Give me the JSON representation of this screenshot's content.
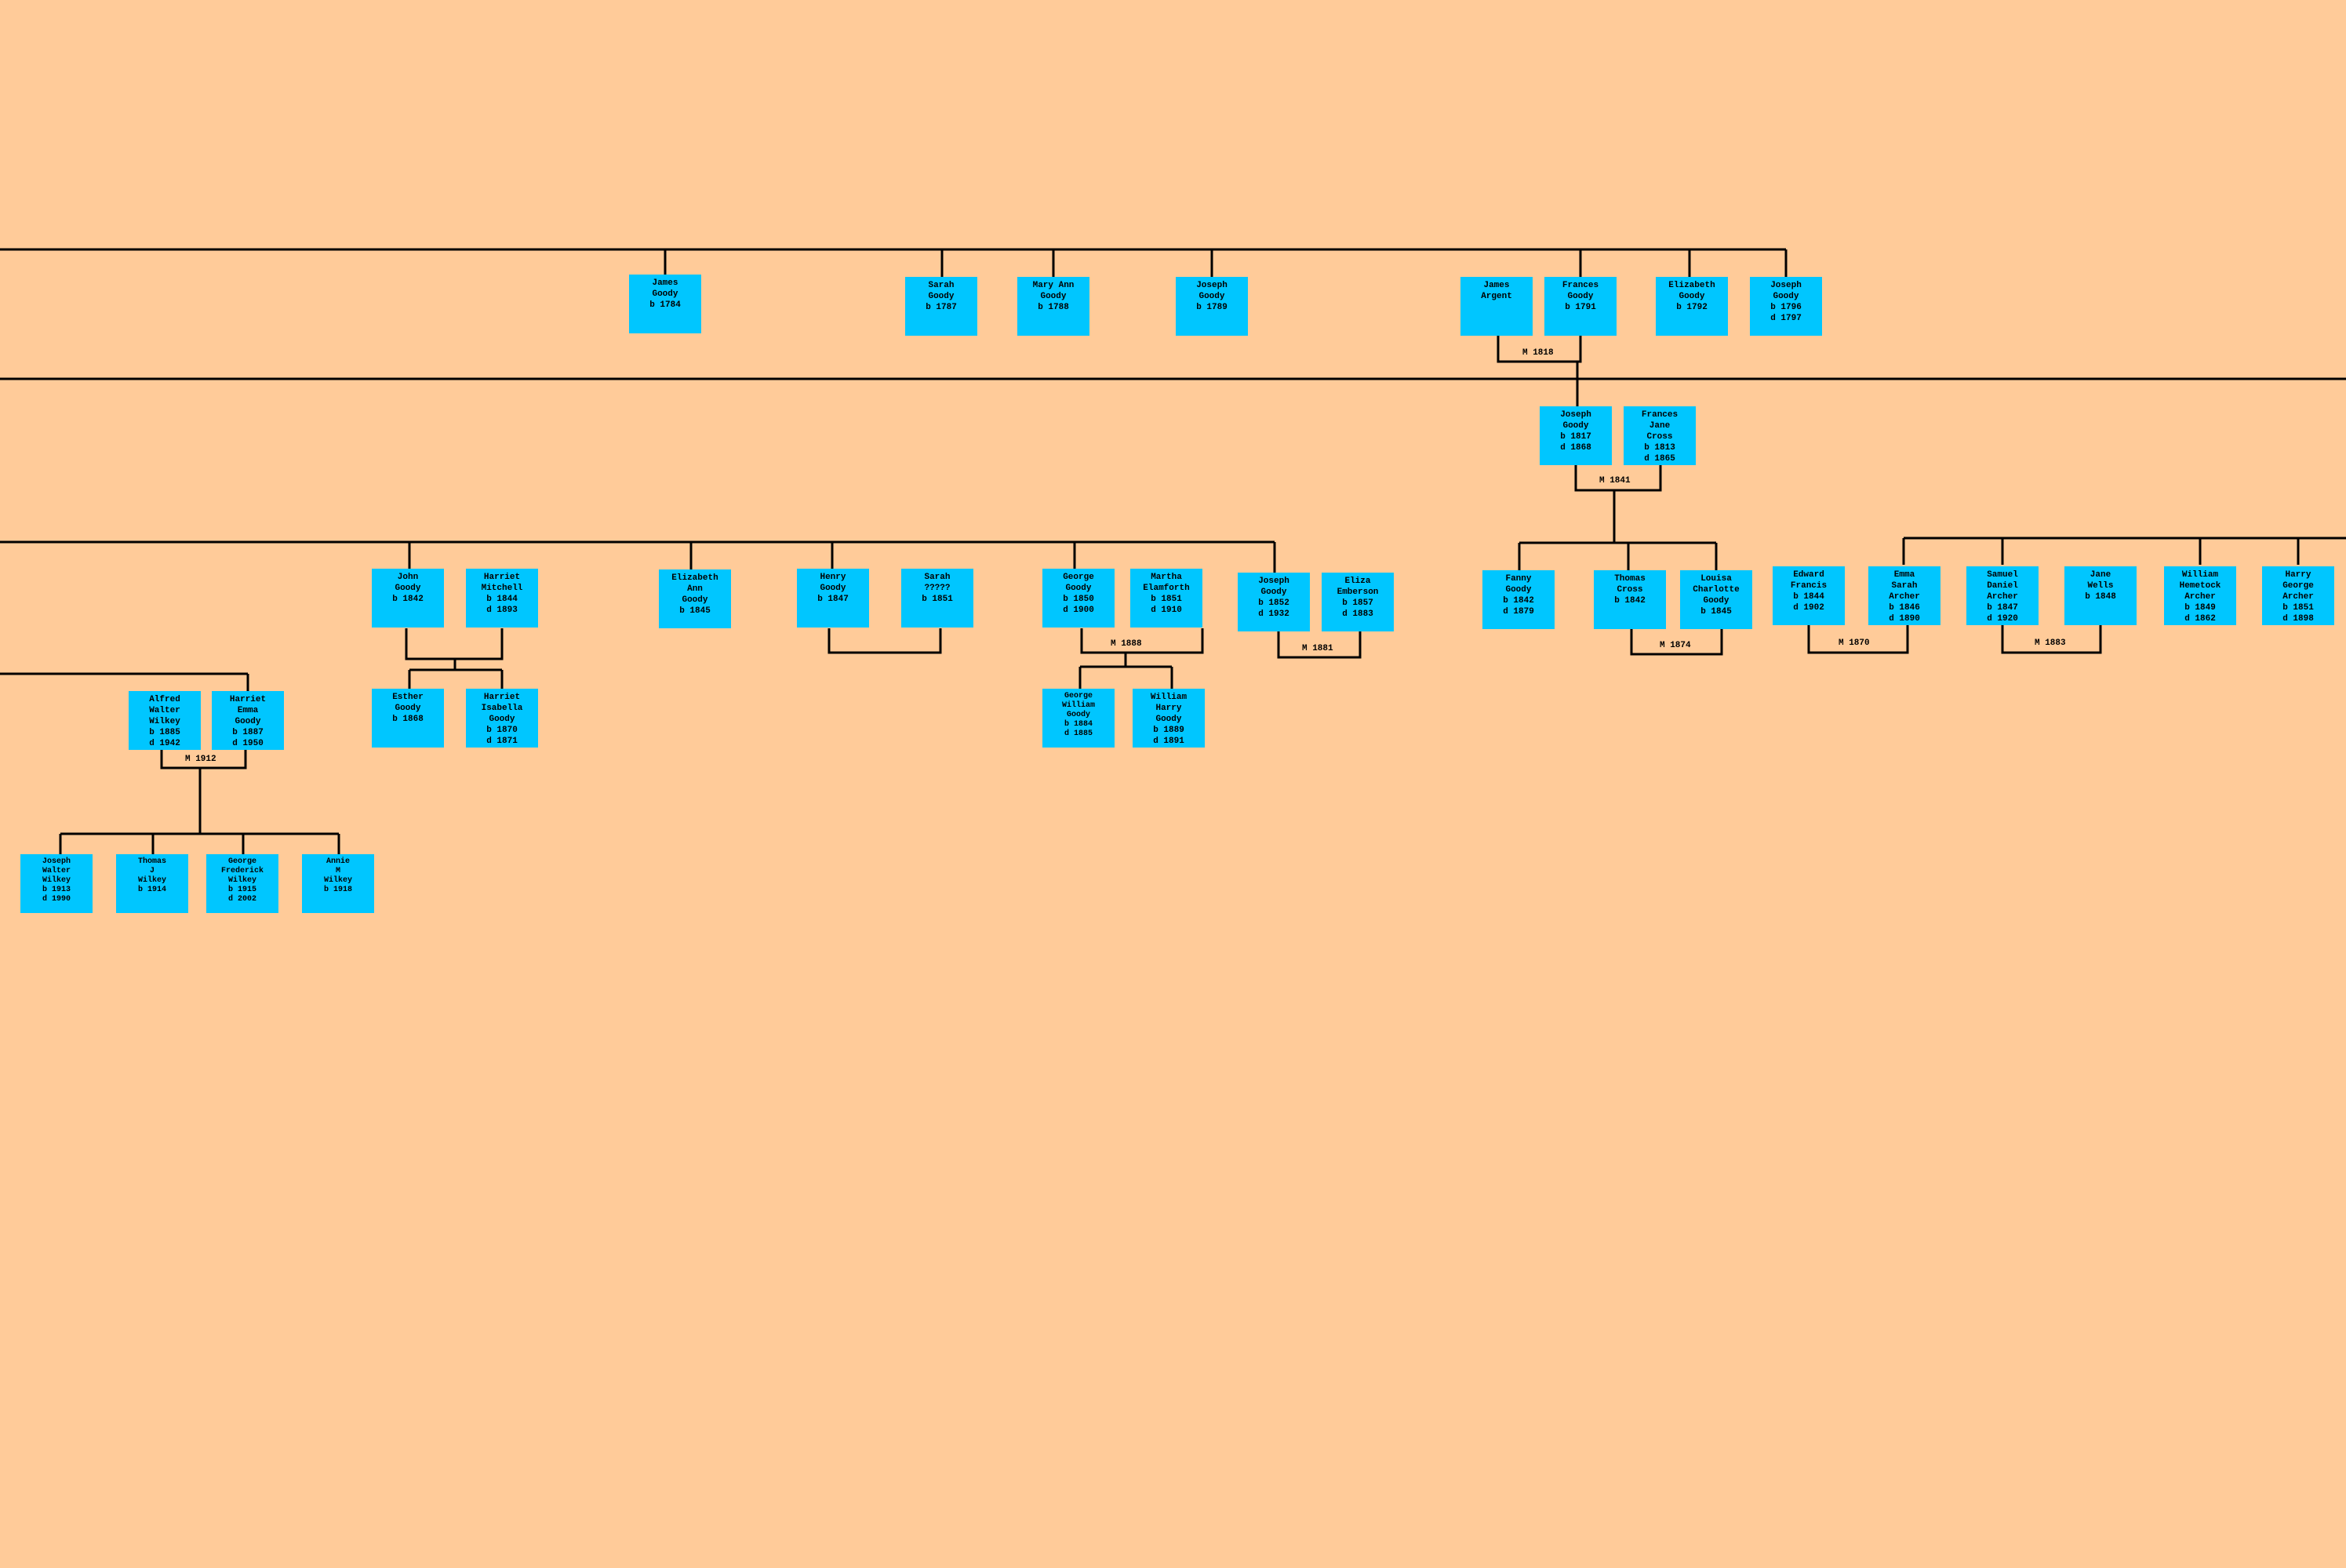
{
  "colors": {
    "background": "#ffcb99",
    "person_box": "#00c6ff",
    "line": "#000000"
  },
  "people": {
    "james_goody_1784": "James\nGoody\nb 1784",
    "sarah_goody_1787": "Sarah\nGoody\nb 1787",
    "mary_ann_goody_1788": "Mary Ann\nGoody\nb 1788",
    "joseph_goody_1789": "Joseph\nGoody\nb 1789",
    "james_argent": "James\nArgent",
    "frances_goody_1791": "Frances\nGoody\nb 1791",
    "elizabeth_goody_1792": "Elizabeth\nGoody\nb 1792",
    "joseph_goody_1796": "Joseph\nGoody\nb 1796\nd 1797",
    "joseph_goody_1817": "Joseph\nGoody\nb 1817\nd 1868",
    "frances_jane_cross": "Frances\nJane\nCross\nb 1813\nd 1865",
    "john_goody_1842": "John\nGoody\nb 1842",
    "harriet_mitchell": "Harriet\nMitchell\nb 1844\nd 1893",
    "elizabeth_ann_goody": "Elizabeth\nAnn\nGoody\nb 1845",
    "henry_goody_1847": "Henry\nGoody\nb 1847",
    "sarah_1851": "Sarah\n?????\nb 1851",
    "george_goody_1850": "George\nGoody\nb 1850\nd 1900",
    "martha_elamforth": "Martha\nElamforth\nb 1851\nd 1910",
    "joseph_goody_1852": "Joseph\nGoody\nb 1852\nd 1932",
    "eliza_emberson": "Eliza\nEmberson\nb 1857\nd 1883",
    "fanny_goody": "Fanny\nGoody\nb 1842\nd 1879",
    "thomas_cross": "Thomas\nCross\nb 1842",
    "louisa_charlotte_goody": "Louisa\nCharlotte\nGoody\nb 1845",
    "edward_francis": "Edward\nFrancis\nb 1844\nd 1902",
    "emma_sarah_archer": "Emma\nSarah\nArcher\nb 1846\nd 1890",
    "samuel_daniel_archer": "Samuel\nDaniel\nArcher\nb 1847\nd 1920",
    "jane_wells": "Jane\nWells\nb 1848",
    "william_hemetock_archer": "William\nHemetock\nArcher\nb 1849\nd 1862",
    "harry_george_archer": "Harry\nGeorge\nArcher\nb 1851\nd 1898",
    "alfred_walter_wilkey": "Alfred\nWalter\nWilkey\nb 1885\nd 1942",
    "harriet_emma_goody": "Harriet\nEmma\nGoody\nb 1887\nd 1950",
    "esther_goody": "Esther\nGoody\nb 1868",
    "harriet_isabella_goody": "Harriet\nIsabella\nGoody\nb 1870\nd 1871",
    "george_william_goody": "George\nWilliam\nGoody\nb 1884\nd 1885",
    "william_harry_goody": "William\nHarry\nGoody\nb 1889\nd 1891",
    "joseph_walter_wilkey": "Joseph\nWalter\nWilkey\nb 1913\nd 1990",
    "thomas_j_wilkey": "Thomas\nJ\nWilkey\nb 1914",
    "george_frederick_wilkey": "George\nFrederick\nWilkey\nb 1915\nd 2002",
    "annie_m_wilkey": "Annie\nM\nWilkey\nb 1918"
  },
  "marriages": {
    "m1818": "M 1818",
    "m1841": "M 1841",
    "m1888": "M 1888",
    "m1881": "M 1881",
    "m1874": "M 1874",
    "m1870": "M 1870",
    "m1883": "M 1883",
    "m1912": "M 1912"
  }
}
